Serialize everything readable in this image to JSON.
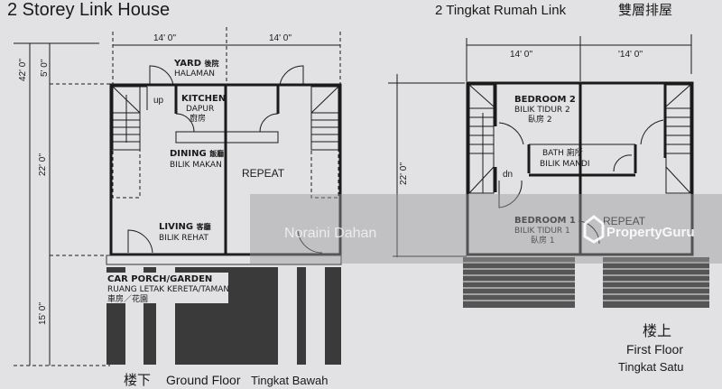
{
  "title_en": "2 Storey Link House",
  "title_my": "2 Tingkat Rumah Link",
  "title_zh": "雙層排屋",
  "ground_floor": {
    "dims": {
      "width_left": "14' 0''",
      "width_right": "14' 0''",
      "total_depth": "42' 0''",
      "yard_depth": "5' 0''",
      "house_depth": "22' 0''",
      "porch_depth": "15' 0''"
    },
    "rooms": {
      "yard": {
        "en": "YARD",
        "zh": "後院",
        "my": "HALAMAN"
      },
      "kitchen": {
        "en": "KITCHEN",
        "my": "DAPUR",
        "zh": "廚房"
      },
      "dining": {
        "en": "DINING",
        "zh": "飯廳",
        "my": "BILIK MAKAN"
      },
      "living": {
        "en": "LIVING",
        "zh": "客廳",
        "my": "BILIK REHAT"
      },
      "porch": {
        "en": "CAR PORCH/GARDEN",
        "my": "RUANG LETAK KERETA/TAMAN",
        "zh": "車房／花園"
      },
      "repeat": "REPEAT",
      "stair": "up"
    },
    "label_zh": "楼下",
    "label_en": "Ground Floor",
    "label_my": "Tingkat Bawah"
  },
  "first_floor": {
    "dims": {
      "width_left": "14' 0''",
      "width_right": "'14' 0''",
      "depth": "22' 0''"
    },
    "rooms": {
      "bedroom2": {
        "en": "BEDROOM 2",
        "my": "BILIK TIDUR 2",
        "zh": "臥房 2"
      },
      "bath": {
        "en": "BATH",
        "zh": "廁所",
        "my": "BILIK MANDI"
      },
      "bedroom1": {
        "en": "BEDROOM 1",
        "my": "BILIK TIDUR 1",
        "zh": "臥房 1"
      },
      "repeat": "REPEAT",
      "stair": "dn"
    },
    "label_zh": "楼上",
    "label_en": "First Floor",
    "label_my": "Tingkat Satu"
  },
  "watermark": {
    "agent": "Noraini Dahan",
    "brand": "PropertyGuru"
  },
  "colors": {
    "paper": "#e2e2e4",
    "ink": "#1a1a1a",
    "watermark_band": "#9a9a9c"
  }
}
